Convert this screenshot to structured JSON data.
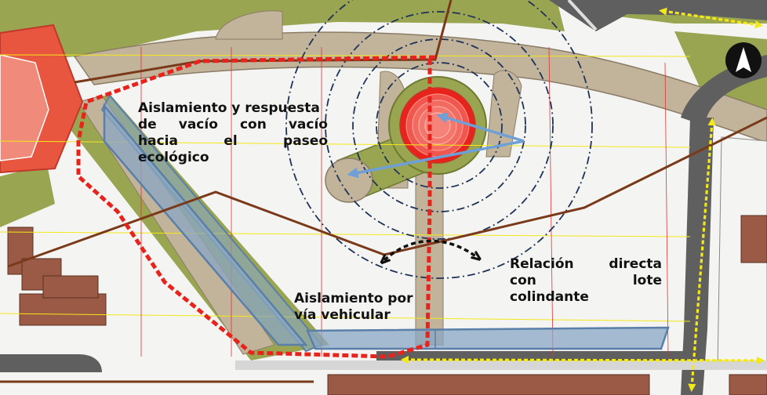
{
  "annotations": {
    "isolation_void": {
      "lines": [
        "Aislamiento y respuesta",
        "de vacío con vacío",
        "hacia el paseo",
        "ecológico"
      ],
      "justified_words": {
        "line2": [
          "de",
          "vacío",
          "con",
          "vacío"
        ],
        "line3": [
          "hacia",
          "el",
          "paseo"
        ]
      }
    },
    "isolation_road": {
      "lines": [
        "Aislamiento por",
        "vía vehicular"
      ]
    },
    "direct_relation": {
      "lines": [
        "Relación directa",
        "con lote",
        "colindante"
      ],
      "justified_words": {
        "line1": [
          "Relación",
          "directa"
        ],
        "line2": [
          "con",
          "lote"
        ]
      }
    }
  },
  "compass": {
    "icon": "north-arrow-icon",
    "fill": "#111111",
    "arrow": "#ffffff"
  },
  "legend_colors": {
    "boundary_dashed": "#e8231c",
    "isolation_bands": "#8aa7c4",
    "isolation_stroke": "#5a7fa8",
    "circulation_arrows": "#f3e818",
    "axis_lines": "#7a3a1a",
    "radius_rings": "#1f3358",
    "sightline_arrows": "#6e9fd6",
    "green_zones": "#9aa552",
    "paths": "#c2b49b",
    "roads": "#5f5f5f",
    "buildings": "#9a5a45"
  }
}
